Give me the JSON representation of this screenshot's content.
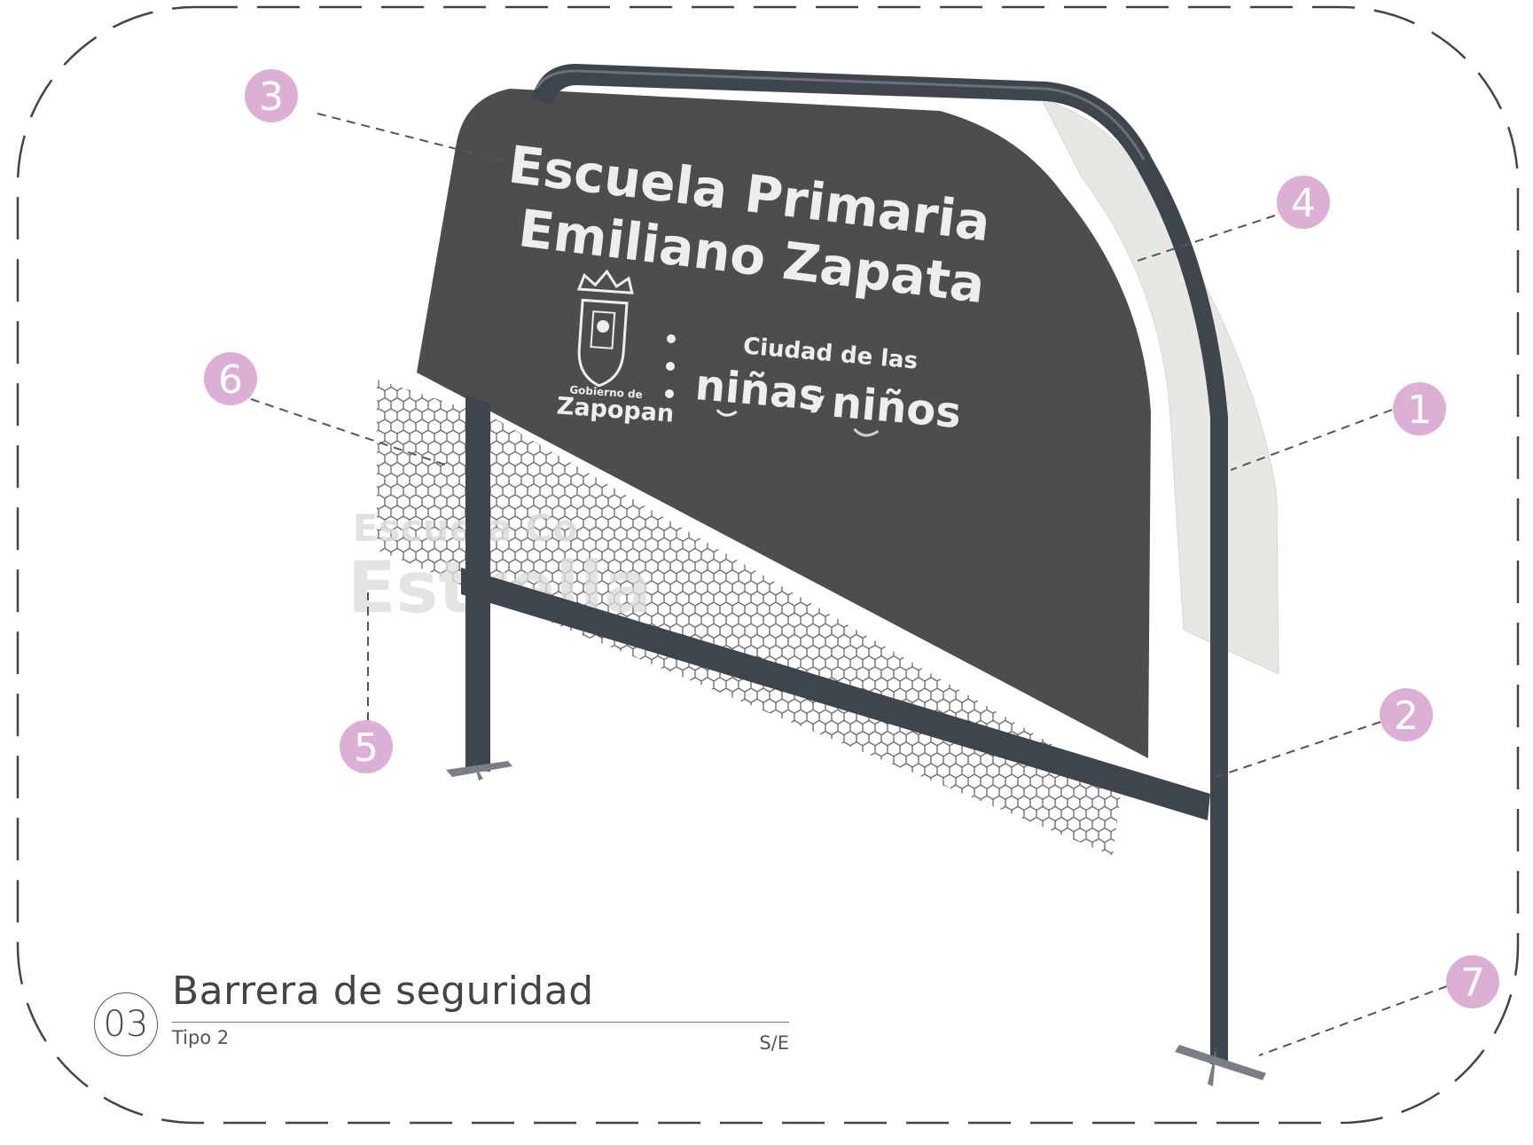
{
  "sign": {
    "line1": "Escuela Primaria",
    "line2": "Emiliano Zapata",
    "gov_small": "Gobierno de",
    "gov_name": "Zapopan",
    "city_small": "Ciudad de las",
    "city_word1": "niñas",
    "city_conj": "y",
    "city_word2": "niños"
  },
  "ghost_sign": {
    "line1": "Escuela Co",
    "line2": "Estrella"
  },
  "callouts": [
    {
      "id": "1",
      "label": "1"
    },
    {
      "id": "2",
      "label": "2"
    },
    {
      "id": "3",
      "label": "3"
    },
    {
      "id": "4",
      "label": "4"
    },
    {
      "id": "5",
      "label": "5"
    },
    {
      "id": "6",
      "label": "6"
    },
    {
      "id": "7",
      "label": "7"
    }
  ],
  "colors": {
    "callout": "#dbb0d4",
    "panel": "#4d4d4d",
    "pipe": "#4a5058",
    "frame_dash": "#444444"
  },
  "title_block": {
    "number": "03",
    "title": "Barrera de seguridad",
    "subtitle": "Tipo 2",
    "scale": "S/E"
  }
}
